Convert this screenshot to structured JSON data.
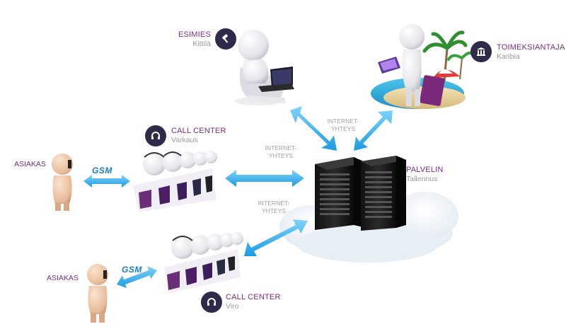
{
  "nodes": {
    "esimies": {
      "title": "ESIMIES",
      "sub": "Kittilä",
      "icon": "gavel-icon"
    },
    "toimeksiantaja": {
      "title": "TOIMEKSIANTAJA",
      "sub": "Karibia",
      "icon": "bank-icon"
    },
    "call_center_1": {
      "title": "CALL CENTER",
      "sub": "Varkaus",
      "icon": "headset-icon"
    },
    "call_center_2": {
      "title": "CALL CENTER",
      "sub": "Viro",
      "icon": "headset-icon"
    },
    "palvelin": {
      "title": "PALVELIN",
      "sub": "Tallennus"
    },
    "asiakas_1": {
      "title": "ASIAKAS"
    },
    "asiakas_2": {
      "title": "ASIAKAS"
    }
  },
  "connections": {
    "internet_1": {
      "line1": "INTERNET-",
      "line2": "YHTEYS"
    },
    "internet_2": {
      "line1": "INTERNET-",
      "line2": "YHTEYS"
    },
    "internet_3": {
      "line1": "INTERNET-",
      "line2": "YHTEYS"
    },
    "gsm_1": "GSM",
    "gsm_2": "GSM"
  },
  "colors": {
    "title": "#7a2b86",
    "subtitle": "#9a9a9a",
    "badge": "#2d2a4a",
    "arrow": "#3fb6ef"
  }
}
